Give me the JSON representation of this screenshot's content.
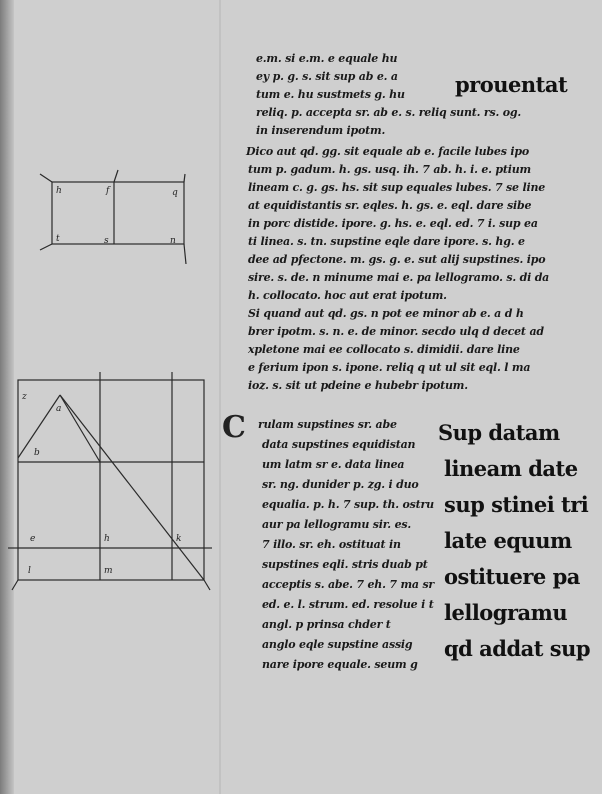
{
  "heading": "prouentat",
  "initial": "C",
  "diagram_labels": [
    "h",
    "f",
    "q",
    "t",
    "s",
    "n",
    "z",
    "a",
    "b",
    "e",
    "h",
    "k",
    "l",
    "m"
  ],
  "text_lines": [
    "e.m. si e.m. e equale hu",
    "ey p. g. s. sit sup ab e. a",
    "tum e. hu sustmets g. hu",
    "reliq. p. accepta sr. ab e. s. reliq sunt. rs. og.",
    "in inserendum ipotm.",
    "Dico aut qd. gg. sit equale ab e. facile lubes ipo",
    "tum p. gadum. h. gs. usq. ih. 7 ab. h. i. e. ptium",
    "lineam c. g. gs. hs. sit sup equales lubes. 7 se line",
    "at equidistantis sr. eqles. h. gs. e. eql. dare sibe",
    "in porc distide. ipore. g. hs. e. eql. ed. 7 i. sup ea",
    "ti linea. s. tn. supstine eqle dare ipore. s. hg. e",
    "dee ad pfectone. m. gs. g. e. sut alij supstines. ipo",
    "sire. s. de. n minume mai e. pa lellogramo. s. di da",
    "h. collocato. hoc aut erat ipotum.",
    "Si quand aut qd. gs. n pot ee minor ab e. a d h",
    "brer ipotm. s. n. e. de minor. secdo ulq d decet ad",
    "xpletone mai ee collocato s. dimidii. dare line",
    "e ferium ipon s. ipone. reliq q ut ul sit eql. l ma",
    "ioz. s. sit ut pdeine e hubebr ipotum."
  ],
  "lower_left_lines": [
    "rulam supstines sr. abe",
    "data supstines equidistan",
    "um latm sr e. data linea",
    "sr. ng. dunider p. zg. i duo",
    "equalia. p. h. 7 sup. th. ostru",
    "aur pa lellogramu sir. es.",
    "7 illo. sr. eh. ostituat in",
    "supstines eqli. stris duab pt",
    "acceptis s. abe. 7 eh. 7 ma sr",
    "ed. e. l. strum. ed. resolue i t",
    "angl. p prinsa chder t",
    "anglo eqle supstine assig",
    "nare ipore equale. seum g"
  ],
  "lower_right_lines": [
    "Sup datam",
    "lineam date",
    "sup stinei tri",
    "late equum",
    "ostituere pa",
    "lellogramu",
    "qd addat sup"
  ]
}
